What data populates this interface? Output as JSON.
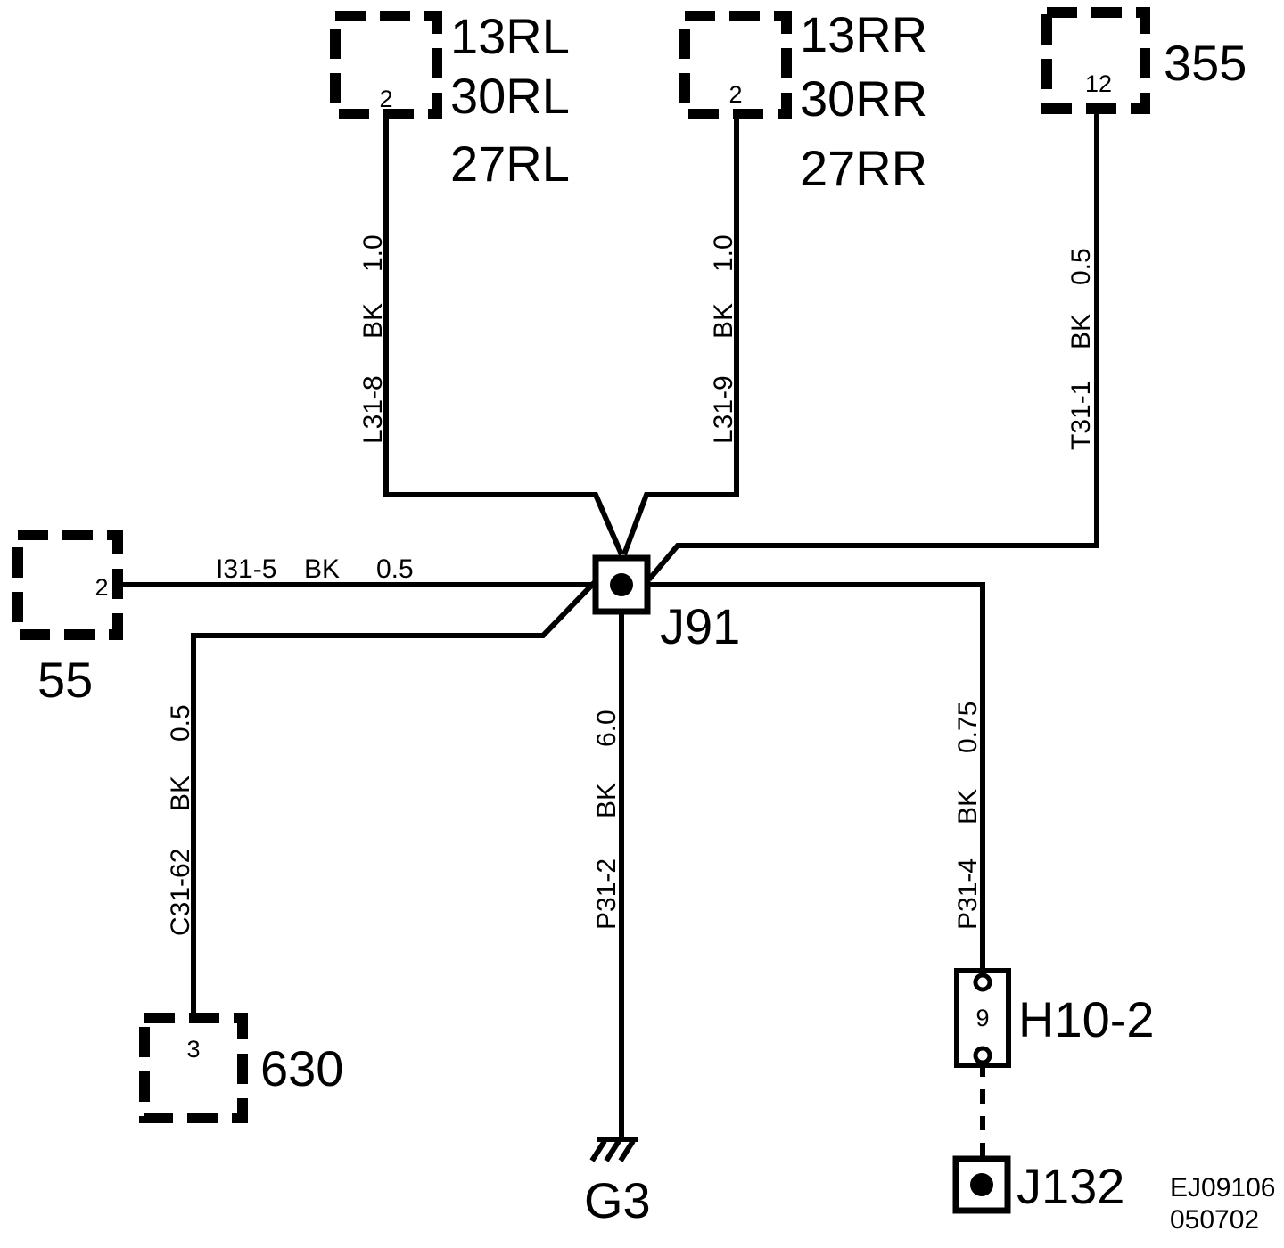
{
  "components": {
    "c13rl": {
      "labels": [
        "13RL",
        "30RL",
        "27RL"
      ],
      "pin": "2"
    },
    "c13rr": {
      "labels": [
        "13RR",
        "30RR",
        "27RR"
      ],
      "pin": "2"
    },
    "c355": {
      "label": "355",
      "pin": "12"
    },
    "c55": {
      "label": "55",
      "pin": "2"
    },
    "c630": {
      "label": "630",
      "pin": "3"
    },
    "splice_j91": {
      "label": "J91"
    },
    "ground_g3": {
      "label": "G3"
    },
    "connector_h10": {
      "label": "H10-2",
      "pin": "9"
    },
    "splice_j132": {
      "label": "J132"
    }
  },
  "wires": {
    "l31_8": [
      "L31-8",
      "BK",
      "1.0"
    ],
    "l31_9": [
      "L31-9",
      "BK",
      "1.0"
    ],
    "t31_1": [
      "T31-1",
      "BK",
      "0.5"
    ],
    "i31_5": [
      "I31-5",
      "BK",
      "0.5"
    ],
    "c31_62": [
      "C31-62",
      "BK",
      "0.5"
    ],
    "p31_2": [
      "P31-2",
      "BK",
      "6.0"
    ],
    "p31_4": [
      "P31-4",
      "BK",
      "0.75"
    ]
  },
  "footer": {
    "code": "EJ09106",
    "date": "050702"
  }
}
